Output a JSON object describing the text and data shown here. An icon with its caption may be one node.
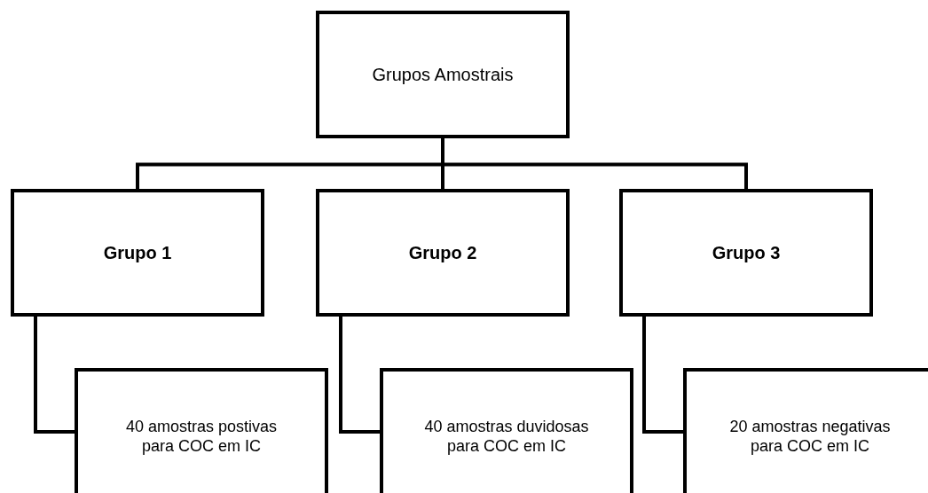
{
  "diagram": {
    "nodes": [
      {
        "text": [
          "Grupos Amostrais"
        ]
      },
      {
        "text": [
          "Grupo 1"
        ]
      },
      {
        "text": [
          "Grupo 2"
        ]
      },
      {
        "text": [
          "Grupo 3"
        ]
      },
      {
        "text": [
          "40 amostras postivas para COC em IC"
        ]
      },
      {
        "text": [
          "40 amostras duvidosas para COC em IC"
        ]
      },
      {
        "text": [
          "20 amostras negativas para COC em IC"
        ]
      }
    ],
    "edges": [
      {
        "from": 0,
        "to": 1,
        "arrow": "none"
      },
      {
        "from": 0,
        "to": 2,
        "arrow": "none"
      },
      {
        "from": 0,
        "to": 3,
        "arrow": "none"
      },
      {
        "from": 1,
        "to": 4,
        "arrow": "none"
      },
      {
        "from": 2,
        "to": 5,
        "arrow": "none"
      },
      {
        "from": 3,
        "to": 6,
        "arrow": "none"
      }
    ]
  }
}
